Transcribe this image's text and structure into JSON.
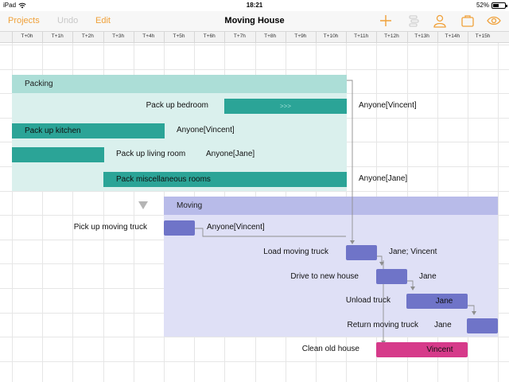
{
  "status_bar": {
    "device": "iPad",
    "time": "18:21",
    "battery": "52%",
    "battery_level": 0.52
  },
  "toolbar": {
    "projects": "Projects",
    "undo": "Undo",
    "edit": "Edit",
    "title": "Moving House",
    "icons": [
      "plus-icon",
      "task-stack-icon",
      "person-icon",
      "briefcase-icon",
      "eye-icon"
    ],
    "accent": "#f0a13a"
  },
  "timeline": {
    "ticks": [
      "T+0h",
      "T+1h",
      "T+2h",
      "T+3h",
      "T+4h",
      "T+5h",
      "T+6h",
      "T+7h",
      "T+8h",
      "T+9h",
      "T+10h",
      "T+11h",
      "T+12h",
      "T+13h",
      "T+14h",
      "T+15h"
    ]
  },
  "groups": {
    "packing": {
      "name": "Packing",
      "color": "#2ba497"
    },
    "moving": {
      "name": "Moving",
      "color": "#6f74c8"
    }
  },
  "tasks": {
    "pack_bedroom": {
      "name": "Pack up bedroom",
      "assignee": "Anyone[Vincent]",
      "bar_text": ">>>"
    },
    "pack_kitchen": {
      "name": "Pack up kitchen",
      "assignee": "Anyone[Vincent]"
    },
    "pack_living": {
      "name": "Pack up living room",
      "assignee": "Anyone[Jane]"
    },
    "pack_misc": {
      "name": "Pack miscellaneous rooms",
      "assignee": "Anyone[Jane]"
    },
    "pickup_truck": {
      "name": "Pick up moving truck",
      "assignee": "Anyone[Vincent]"
    },
    "load_truck": {
      "name": "Load moving truck",
      "assignee": "Jane; Vincent"
    },
    "drive": {
      "name": "Drive to new house",
      "assignee": "Jane"
    },
    "unload": {
      "name": "Unload truck",
      "assignee": "Jane"
    },
    "return_truck": {
      "name": "Return moving truck",
      "assignee": "Jane"
    },
    "clean": {
      "name": "Clean old house",
      "assignee": "Vincent",
      "color": "#d63a8a"
    }
  }
}
